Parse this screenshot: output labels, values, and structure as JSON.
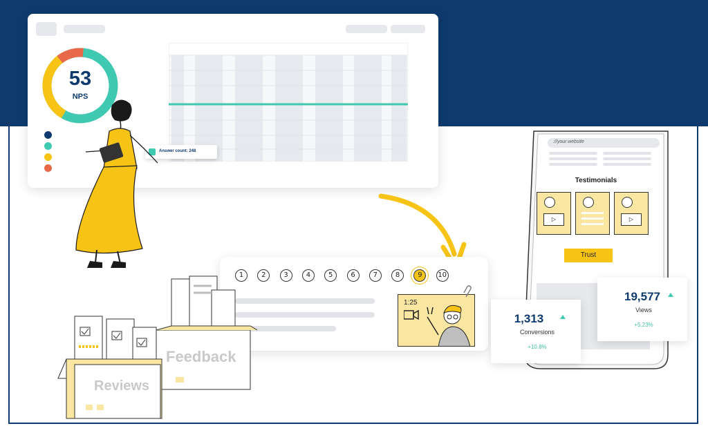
{
  "nps": {
    "score": "53",
    "label": "NPS"
  },
  "tooltip": {
    "text": "Answer count: 248"
  },
  "rating_scale": [
    "1",
    "2",
    "3",
    "4",
    "5",
    "6",
    "7",
    "8",
    "9",
    "10"
  ],
  "rating_selected": "9",
  "video": {
    "duration": "1:25"
  },
  "browser": {
    "url": "://your.website"
  },
  "testimonials": {
    "title": "Testimonials",
    "button": "Trust"
  },
  "stats": {
    "conversions": {
      "value": "1,313",
      "label": "Conversions",
      "change": "+10.8%"
    },
    "views": {
      "value": "19,577",
      "label": "Views",
      "change": "+5.23%"
    }
  },
  "boxes": {
    "reviews": "Reviews",
    "feedback": "Feedback"
  },
  "colors": {
    "navy": "#0e3a6e",
    "teal": "#3fc9b0",
    "yellow": "#f7c416",
    "orange": "#e8684a",
    "light_yellow": "#fbe7a1"
  }
}
